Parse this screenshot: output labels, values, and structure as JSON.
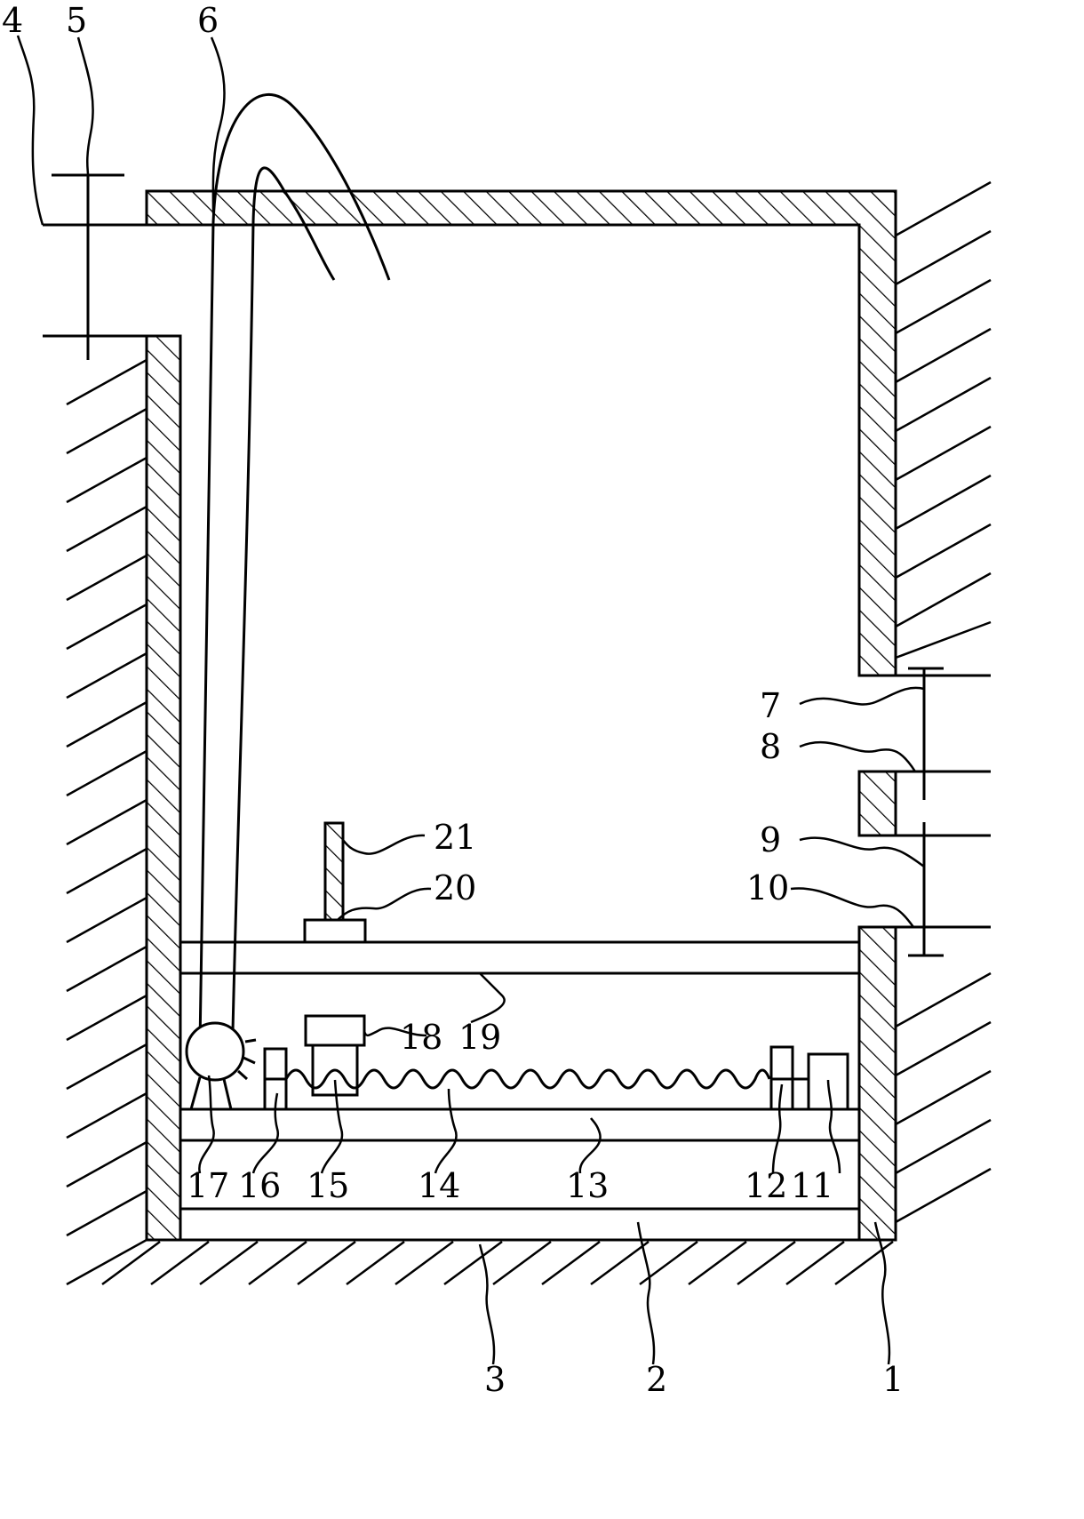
{
  "diagram": {
    "labels": {
      "l1": "1",
      "l2": "2",
      "l3": "3",
      "l4": "4",
      "l5": "5",
      "l6": "6",
      "l7": "7",
      "l8": "8",
      "l9": "9",
      "l10": "10",
      "l11": "11",
      "l12": "12",
      "l13": "13",
      "l14": "14",
      "l15": "15",
      "l16": "16",
      "l17": "17",
      "l18": "18",
      "l19": "19",
      "l20": "20",
      "l21": "21"
    },
    "colors": {
      "stroke": "#000000",
      "background": "#ffffff"
    }
  }
}
